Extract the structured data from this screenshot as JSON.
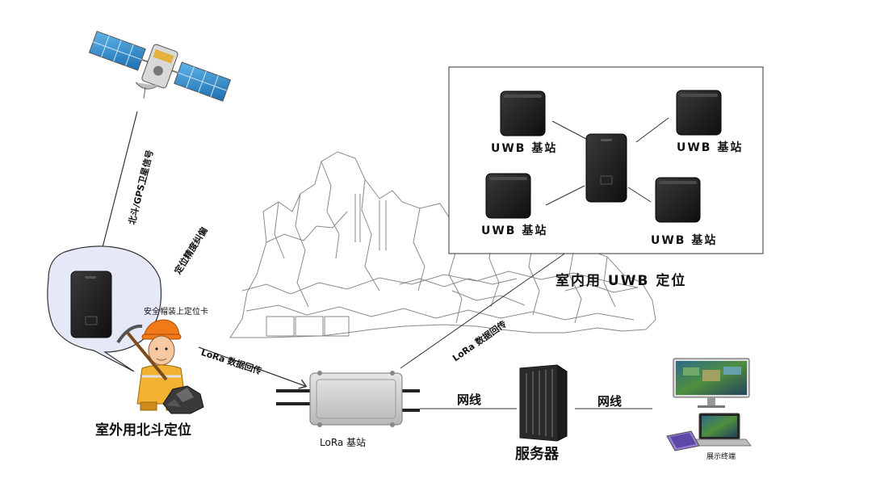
{
  "satellite": {
    "signal_label": "北斗/GPS卫星信号"
  },
  "outdoor": {
    "correction_label": "定位精度纠偏",
    "helmet_label": "安全帽装上定位卡",
    "title": "室外用北斗定位"
  },
  "lora": {
    "link_left_label": "LoRa 数据回传",
    "link_indoor_label": "LoRa 数据回传",
    "base_station_label": "LoRa 基站"
  },
  "indoor": {
    "title": "室内用 UWB 定位",
    "station_label_top_left": "UWB 基站",
    "station_label_top_right": "UWB 基站",
    "station_label_bottom_left": "UWB 基站",
    "station_label_bottom_right": "UWB 基站"
  },
  "network": {
    "cable_left_label": "网线",
    "cable_right_label": "网线",
    "server_label": "服务器",
    "display_label": "展示终端"
  }
}
